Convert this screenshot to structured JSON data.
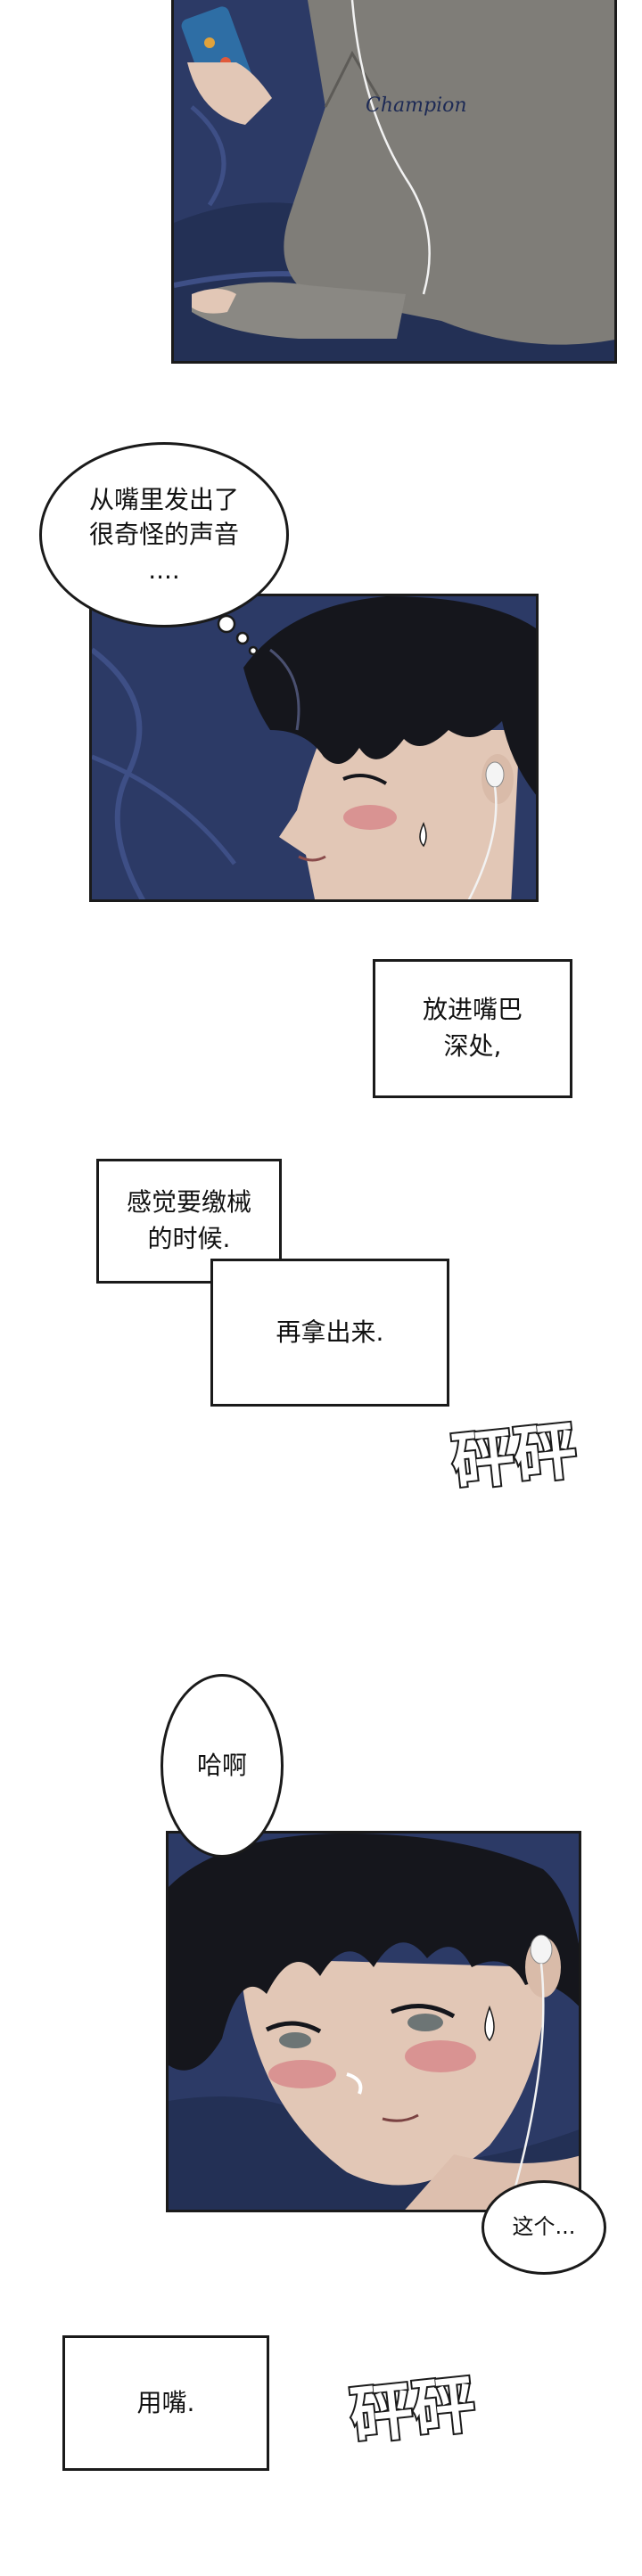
{
  "speech": {
    "strange_sound": "从嘴里发出了\n很奇怪的声音\n....",
    "haa": "哈啊",
    "this": "这个..."
  },
  "captions": {
    "put_deep": "放进嘴巴\n深处,",
    "feel_surrender": "感觉要缴械\n的时候.",
    "take_out": "再拿出来.",
    "with_mouth": "用嘴."
  },
  "sfx": {
    "pengpeng_1": "砰砰",
    "pengpeng_2": "砰砰"
  },
  "chest_logo": "Champion",
  "colors": {
    "night_blue": "#2c3a66",
    "hoodie_gray": "#7f7d78",
    "hair": "#15161c",
    "skin": "#e2c7b6",
    "blush": "#d7868a"
  }
}
